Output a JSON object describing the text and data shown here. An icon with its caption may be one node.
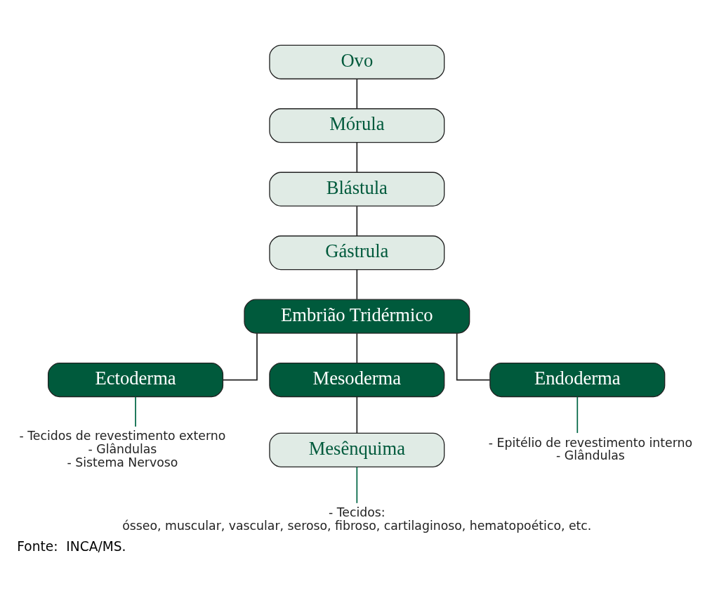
{
  "diagram": {
    "caption": "Fonte:  INCA/MS.",
    "nodes": [
      {
        "text": [
          "Ovo"
        ]
      },
      {
        "text": [
          "Mórula"
        ]
      },
      {
        "text": [
          "Blástula"
        ]
      },
      {
        "text": [
          "Gástrula"
        ]
      },
      {
        "text": [
          "Embrião Tridérmico"
        ]
      },
      {
        "text": [
          "Ectoderma"
        ]
      },
      {
        "text": [
          "Mesoderma"
        ]
      },
      {
        "text": [
          "Endoderma"
        ]
      },
      {
        "text": [
          "- Tecidos de revestimento externo",
          "- Glândulas",
          "- Sistema Nervoso"
        ]
      },
      {
        "text": [
          "- Epitélio de revestimento interno",
          "- Glândulas"
        ]
      },
      {
        "text": [
          "Mesênquima"
        ]
      },
      {
        "text": [
          "- Tecidos:",
          "ósseo, muscular, vascular, seroso, fibroso, cartilaginoso, hematopoético, etc."
        ]
      }
    ],
    "edges": [
      {
        "from": 0,
        "to": 1,
        "arrow": "none"
      },
      {
        "from": 1,
        "to": 2,
        "arrow": "none"
      },
      {
        "from": 2,
        "to": 3,
        "arrow": "none"
      },
      {
        "from": 3,
        "to": 4,
        "arrow": "none"
      },
      {
        "from": 4,
        "to": 5,
        "arrow": "none"
      },
      {
        "from": 4,
        "to": 6,
        "arrow": "none"
      },
      {
        "from": 4,
        "to": 7,
        "arrow": "none"
      },
      {
        "from": 5,
        "to": 8,
        "arrow": "none",
        "color": "#006644"
      },
      {
        "from": 7,
        "to": 9,
        "arrow": "none",
        "color": "#006644"
      },
      {
        "from": 6,
        "to": 10,
        "arrow": "none"
      },
      {
        "from": 10,
        "to": 11,
        "arrow": "none",
        "color": "#006644"
      }
    ]
  }
}
